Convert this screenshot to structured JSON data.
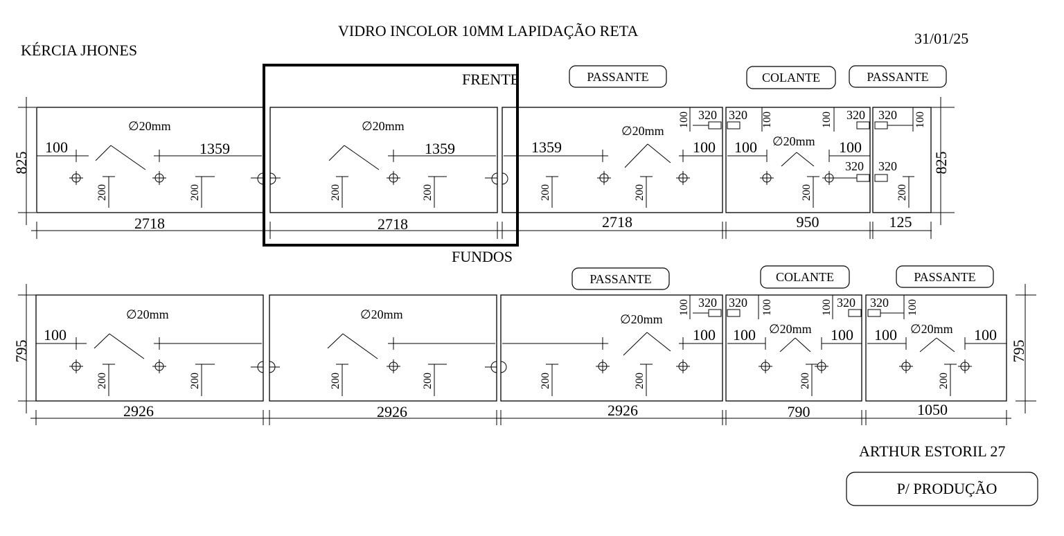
{
  "header": {
    "client": "KÉRCIA JHONES",
    "title": "VIDRO INCOLOR 10MM LAPIDAÇÃO RETA",
    "date": "31/01/25"
  },
  "footer": {
    "address": "ARTHUR ESTORIL 27",
    "stamp": "P/ PRODUÇÃO"
  },
  "rows": [
    {
      "label": "FRENTE",
      "height": "825",
      "hole_label": "∅20mm",
      "offset_100": "100",
      "offset_200": "200",
      "offset_320": "320",
      "span_1359": "1359",
      "tags": [
        "PASSANTE",
        "COLANTE",
        "PASSANTE"
      ],
      "widths": [
        "2718",
        "2718",
        "2718",
        "950",
        "125"
      ]
    },
    {
      "label": "FUNDOS",
      "height": "795",
      "hole_label": "∅20mm",
      "offset_100": "100",
      "offset_200": "200",
      "offset_320": "320",
      "tags": [
        "PASSANTE",
        "COLANTE",
        "PASSANTE"
      ],
      "widths": [
        "2926",
        "2926",
        "2926",
        "790",
        "1050"
      ]
    }
  ],
  "colors": {
    "line": "#000000",
    "background": "#ffffff"
  }
}
